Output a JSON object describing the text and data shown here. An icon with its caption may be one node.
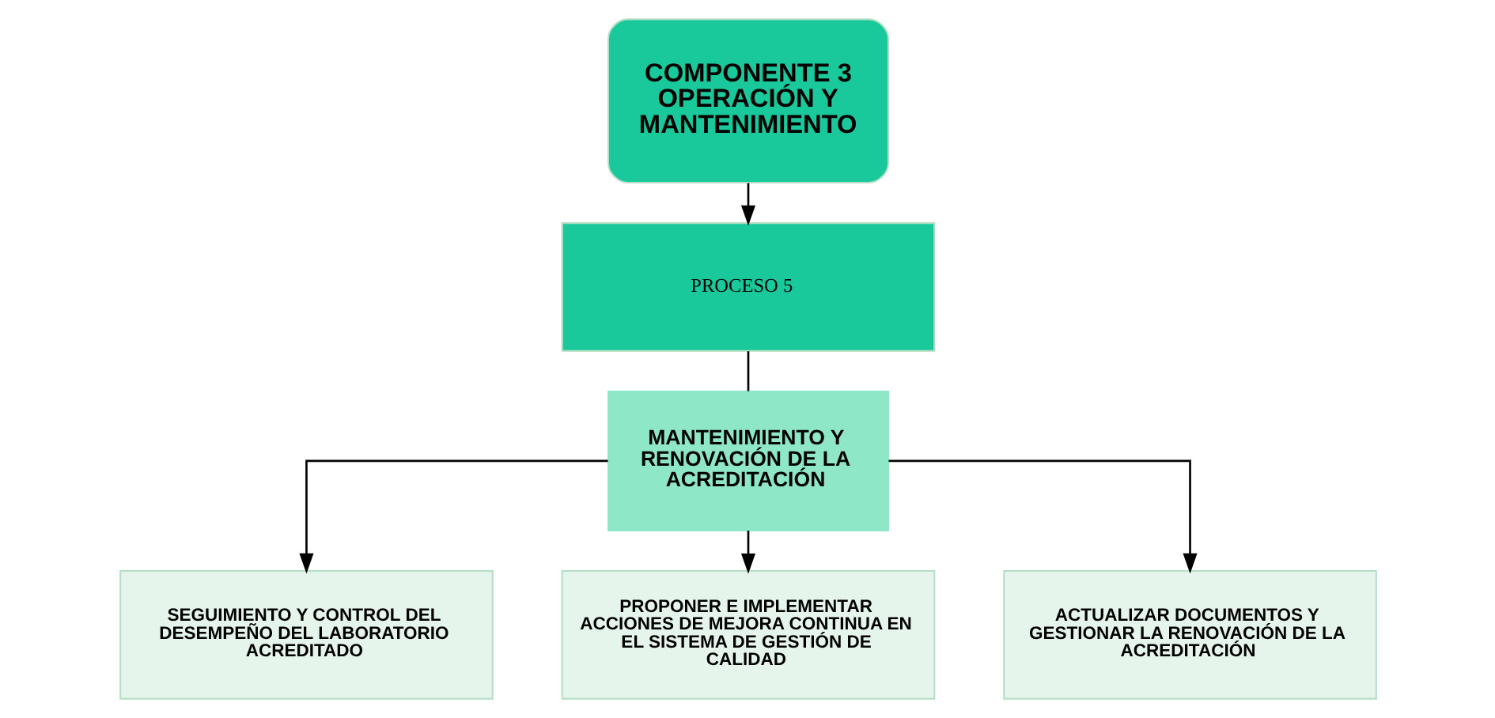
{
  "diagram": {
    "nodes": [
      {
        "text": [
          "COMPONENTE 3 OPERACIÓN Y MANTENIMIENTO"
        ]
      },
      {
        "text": [
          "PROCESO 5"
        ]
      },
      {
        "text": [
          "MANTENIMIENTO Y RENOVACIÓN DE LA ACREDITACIÓN"
        ]
      },
      {
        "text": [
          "SEGUIMIENTO Y CONTROL DEL DESEMPEÑO DEL LABORATORIO ACREDITADO"
        ]
      },
      {
        "text": [
          "PROPONER E IMPLEMENTAR ACCIONES DE MEJORA CONTINUA EN EL SISTEMA DE GESTIÓN DE CALIDAD"
        ]
      },
      {
        "text": [
          "ACTUALIZAR DOCUMENTOS Y GESTIONAR LA RENOVACIÓN DE LA ACREDITACIÓN"
        ]
      }
    ],
    "edges": [
      {
        "from": 0,
        "to": 1,
        "arrow": "to"
      },
      {
        "from": 1,
        "to": 2,
        "arrow": "none"
      },
      {
        "from": 2,
        "to": 3,
        "arrow": "to"
      },
      {
        "from": 2,
        "to": 4,
        "arrow": "to"
      },
      {
        "from": 2,
        "to": 5,
        "arrow": "to"
      }
    ]
  }
}
